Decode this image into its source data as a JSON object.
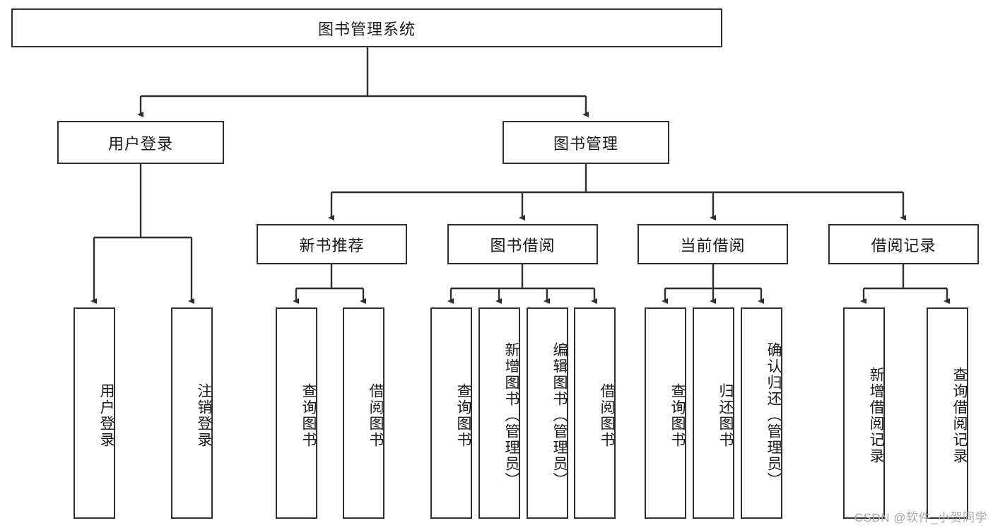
{
  "diagram": {
    "title": "图书管理系统",
    "type": "tree-hierarchy",
    "root": {
      "label": "图书管理系统"
    },
    "level2": [
      {
        "label": "用户登录"
      },
      {
        "label": "图书管理"
      }
    ],
    "level3": [
      {
        "label": "新书推荐"
      },
      {
        "label": "图书借阅"
      },
      {
        "label": "当前借阅"
      },
      {
        "label": "借阅记录"
      }
    ],
    "leaves": {
      "user_login": [
        {
          "label": "用户登录"
        },
        {
          "label": "注销登录"
        }
      ],
      "new_book_recommend": [
        {
          "label": "查询图书"
        },
        {
          "label": "借阅图书"
        }
      ],
      "book_borrow": [
        {
          "label": "查询图书"
        },
        {
          "label": "新增图书（管理员）"
        },
        {
          "label": "编辑图书（管理员）"
        },
        {
          "label": "借阅图书"
        }
      ],
      "current_borrow": [
        {
          "label": "查询图书"
        },
        {
          "label": "归还图书"
        },
        {
          "label": "确认归还（管理员）"
        }
      ],
      "borrow_record": [
        {
          "label": "新增借阅记录"
        },
        {
          "label": "查询借阅记录"
        }
      ]
    }
  },
  "watermark": {
    "text": "CSDN @软件_小贺同学"
  },
  "colors": {
    "box_border": "#2f2f2f",
    "box_fill": "#ffffff",
    "text": "#1a1a1a",
    "connector": "#2f2f2f",
    "watermark": "#a9a9a9"
  }
}
